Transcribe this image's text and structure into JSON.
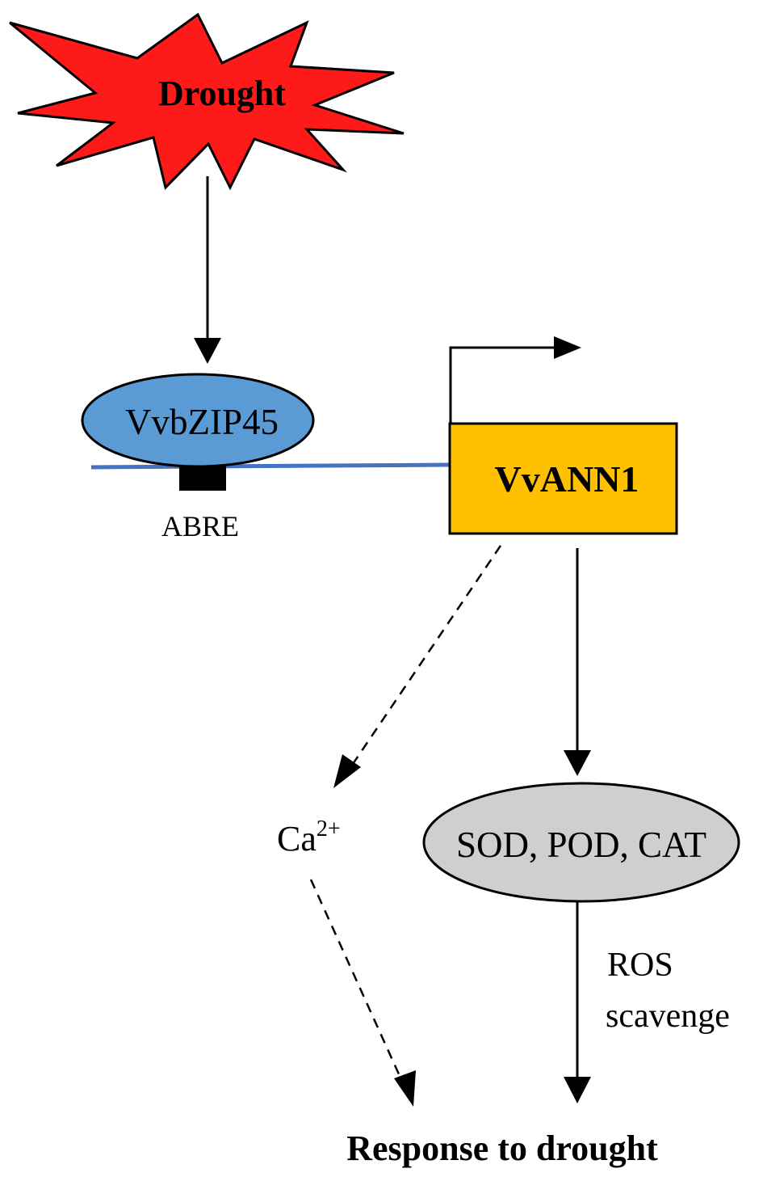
{
  "nodes": {
    "drought": {
      "label": "Drought",
      "fill": "#ff1a1a"
    },
    "tf": {
      "label": "VvbZIP45",
      "fill": "#5b9bd5"
    },
    "promoter_element": {
      "label": "ABRE"
    },
    "gene": {
      "label": "VvANN1",
      "fill": "#ffc000"
    },
    "calcium": {
      "base": "Ca",
      "superscript": "2+"
    },
    "enzymes": {
      "label": "SOD, POD, CAT",
      "fill": "#d0cece"
    },
    "ros": {
      "line1": "ROS",
      "line2": "scavenge"
    },
    "response": {
      "label": "Response to drought"
    }
  },
  "colors": {
    "dna_line": "#4472c4",
    "stroke": "#000000"
  }
}
